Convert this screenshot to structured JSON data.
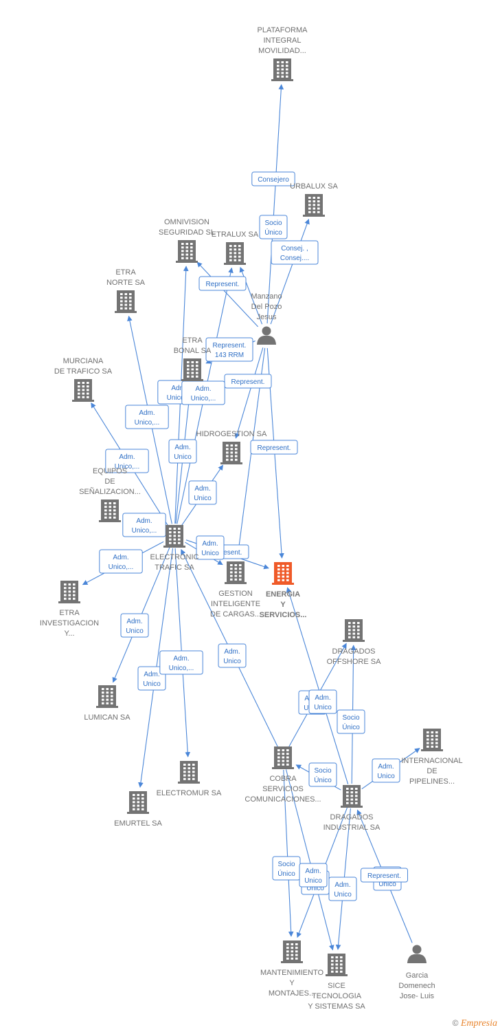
{
  "colors": {
    "building": "#737373",
    "main_building": "#ef5a28",
    "person": "#737373",
    "edge": "#4a86d8",
    "edge_text": "#2f6fc5"
  },
  "nodes": [
    {
      "id": "plataforma",
      "type": "company",
      "label": [
        "PLATAFORMA",
        "INTEGRAL",
        "MOVILIDAD..."
      ]
    },
    {
      "id": "urbalux",
      "type": "company",
      "label": [
        "URBALUX SA"
      ]
    },
    {
      "id": "omnivision",
      "type": "company",
      "label": [
        "OMNIVISION",
        "SEGURIDAD SL"
      ]
    },
    {
      "id": "etralux",
      "type": "company",
      "label": [
        "ETRALUX SA"
      ]
    },
    {
      "id": "etra_norte",
      "type": "company",
      "label": [
        "ETRA",
        "NORTE SA"
      ]
    },
    {
      "id": "manzano",
      "type": "person",
      "label": [
        "Manzano",
        "Del Pozo",
        "Jesus"
      ]
    },
    {
      "id": "etra_bonal",
      "type": "company",
      "label": [
        "ETRA",
        "BONAL SA"
      ]
    },
    {
      "id": "murciana",
      "type": "company",
      "label": [
        "MURCIANA",
        "DE TRAFICO SA"
      ]
    },
    {
      "id": "hidrogestion",
      "type": "company",
      "label": [
        "HIDROGESTION SA"
      ]
    },
    {
      "id": "equipos",
      "type": "company",
      "label": [
        "EQUIPOS",
        "DE",
        "SEÑALIZACION..."
      ]
    },
    {
      "id": "electronic",
      "type": "company",
      "label": [
        "ELECTRONIC",
        "TRAFIC SA"
      ]
    },
    {
      "id": "gestion",
      "type": "company",
      "label": [
        "GESTION",
        "INTELIGENTE",
        "DE CARGAS..."
      ]
    },
    {
      "id": "energia",
      "type": "main",
      "label": [
        "ENERGIA",
        "Y",
        "SERVICIOS..."
      ]
    },
    {
      "id": "etra_inv",
      "type": "company",
      "label": [
        "ETRA",
        "INVESTIGACION",
        "Y..."
      ]
    },
    {
      "id": "dragados_off",
      "type": "company",
      "label": [
        "DRAGADOS",
        "OFFSHORE SA"
      ]
    },
    {
      "id": "lumican",
      "type": "company",
      "label": [
        "LUMICAN SA"
      ]
    },
    {
      "id": "internacional",
      "type": "company",
      "label": [
        "INTERNACIONAL",
        "DE",
        "PIPELINES..."
      ]
    },
    {
      "id": "cobra",
      "type": "company",
      "label": [
        "COBRA",
        "SERVICIOS",
        "COMUNICACIONES..."
      ]
    },
    {
      "id": "electromur",
      "type": "company",
      "label": [
        "ELECTROMUR SA"
      ]
    },
    {
      "id": "dragados_ind",
      "type": "company",
      "label": [
        "DRAGADOS",
        "INDUSTRIAL SA"
      ]
    },
    {
      "id": "emurtel",
      "type": "company",
      "label": [
        "EMURTEL SA"
      ]
    },
    {
      "id": "mantenimiento",
      "type": "company",
      "label": [
        "MANTENIMIENTO",
        "Y",
        "MONTAJES..."
      ]
    },
    {
      "id": "sice",
      "type": "company",
      "label": [
        "SICE",
        "TECNOLOGIA",
        "Y SISTEMAS SA"
      ]
    },
    {
      "id": "garcia",
      "type": "person",
      "label": [
        "Garcia",
        "Domenech",
        "Jose- Luis"
      ]
    }
  ],
  "edges": [
    {
      "from": "manzano",
      "to": "plataforma",
      "label": [
        "Consejero"
      ]
    },
    {
      "from": "manzano",
      "to": "urbalux",
      "label": [
        "Consej. ,",
        "Consej...."
      ]
    },
    {
      "from": "manzano",
      "to": "etralux",
      "label": [
        "Socio",
        "Único"
      ]
    },
    {
      "from": "manzano",
      "to": "omnivision",
      "label": [
        "Represent."
      ]
    },
    {
      "from": "manzano",
      "to": "etra_bonal",
      "label": [
        "Represent.",
        "143 RRM"
      ]
    },
    {
      "from": "manzano",
      "to": "hidrogestion",
      "label": [
        "Represent."
      ]
    },
    {
      "from": "manzano",
      "to": "energia",
      "label": [
        "Represent."
      ]
    },
    {
      "from": "manzano",
      "to": "gestion",
      "label": [
        "Represent."
      ]
    },
    {
      "from": "electronic",
      "to": "omnivision",
      "label": [
        "Adm.",
        "Unico,..."
      ]
    },
    {
      "from": "electronic",
      "to": "etralux",
      "label": [
        "Adm.",
        "Unico,..."
      ]
    },
    {
      "from": "electronic",
      "to": "etra_norte",
      "label": [
        "Adm.",
        "Unico,..."
      ]
    },
    {
      "from": "electronic",
      "to": "etra_bonal",
      "label": [
        "Adm.",
        "Unico"
      ]
    },
    {
      "from": "electronic",
      "to": "murciana",
      "label": [
        "Adm.",
        "Unico,..."
      ]
    },
    {
      "from": "electronic",
      "to": "hidrogestion",
      "label": [
        "Adm.",
        "Unico"
      ]
    },
    {
      "from": "electronic",
      "to": "equipos",
      "label": [
        "Adm.",
        "Unico,..."
      ]
    },
    {
      "from": "electronic",
      "to": "gestion",
      "label": [
        "Adm.",
        "Unico"
      ]
    },
    {
      "from": "electronic",
      "to": "energia",
      "label": [
        "Adm.",
        "Unico,..."
      ]
    },
    {
      "from": "electronic",
      "to": "etra_inv",
      "label": [
        "Adm.",
        "Unico"
      ]
    },
    {
      "from": "electronic",
      "to": "lumican",
      "label": [
        "Adm.",
        "Unico"
      ]
    },
    {
      "from": "electronic",
      "to": "electromur",
      "label": [
        "Adm.",
        "Unico,..."
      ]
    },
    {
      "from": "electronic",
      "to": "emurtel",
      "label": [
        "Adm.",
        "Unico"
      ]
    },
    {
      "from": "cobra",
      "to": "electronic",
      "label": [
        "Adm.",
        "Unico"
      ]
    },
    {
      "from": "cobra",
      "to": "dragados_off",
      "label": [
        "Adm.",
        "Unico"
      ]
    },
    {
      "from": "dragados_ind",
      "to": "energia",
      "label": [
        "Socio",
        "Único"
      ]
    },
    {
      "from": "dragados_ind",
      "to": "dragados_off",
      "label": [
        "Socio",
        "Único"
      ]
    },
    {
      "from": "dragados_ind",
      "to": "cobra",
      "label": [
        "Adm.",
        "Unico"
      ]
    },
    {
      "from": "dragados_ind",
      "to": "internacional",
      "label": [
        "Socio",
        "Único"
      ]
    },
    {
      "from": "cobra",
      "to": "mantenimiento",
      "label": [
        "Adm.",
        "Unico"
      ]
    },
    {
      "from": "cobra",
      "to": "sice",
      "label": [
        "Adm.",
        "Unico"
      ]
    },
    {
      "from": "dragados_ind",
      "to": "mantenimiento",
      "label": [
        "Adm.",
        "Unico"
      ]
    },
    {
      "from": "dragados_ind",
      "to": "sice",
      "label": [
        "Socio",
        "Único"
      ]
    },
    {
      "from": "garcia",
      "to": "dragados_ind",
      "label": [
        "Represent."
      ]
    }
  ],
  "footer": {
    "copyright": "©",
    "brand": "Empresia"
  }
}
